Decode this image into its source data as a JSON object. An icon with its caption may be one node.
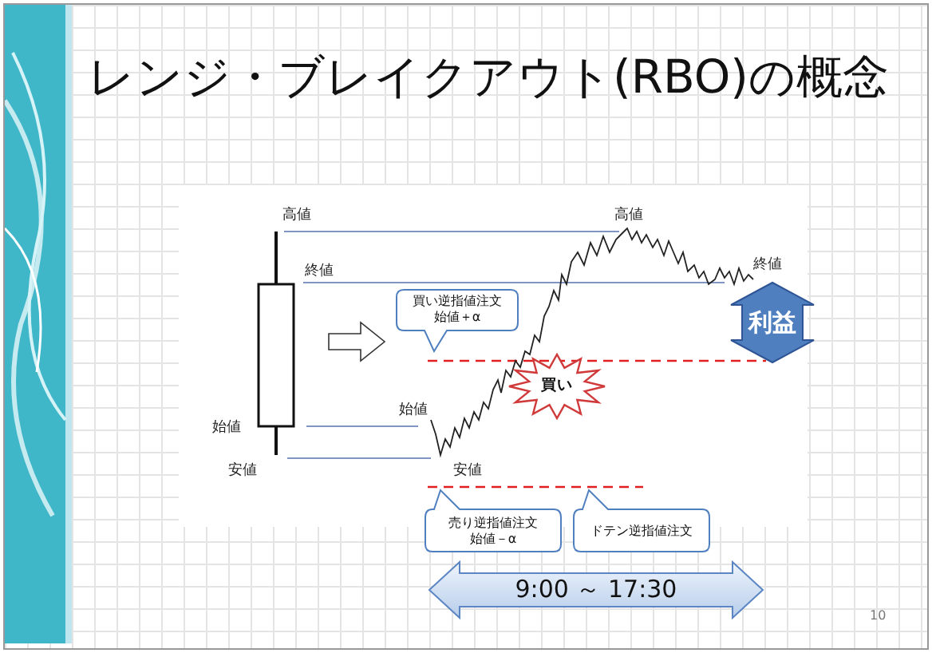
{
  "diagram": {
    "title": "レンジ・ブレイクアウト(RBO)の概念",
    "nodes": [
      {
        "text": [
          "買い逆指値注文始値＋α"
        ]
      },
      {
        "text": [
          "買い"
        ]
      },
      {
        "text": [
          "利益"
        ]
      },
      {
        "text": [
          "売り逆指値注文始値－α"
        ]
      },
      {
        "text": [
          "ドテン逆指値注文"
        ]
      },
      {
        "text": [
          "9:00 ～ 17:30"
        ]
      }
    ],
    "labels": [
      "高値",
      "高値",
      "終値",
      "終値",
      "始値",
      "始値",
      "安値",
      "安値",
      "10"
    ]
  }
}
